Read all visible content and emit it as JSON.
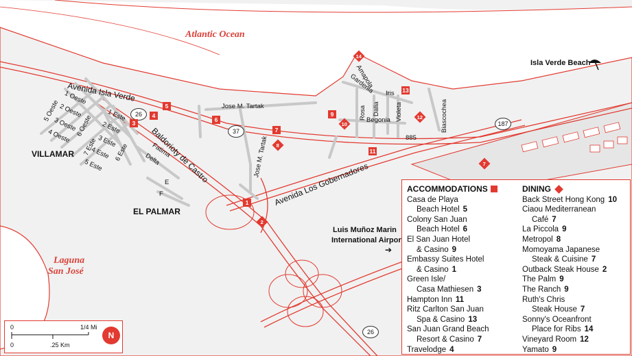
{
  "water": {
    "ocean": "Atlantic Ocean",
    "lagoon_line1": "Laguna",
    "lagoon_line2": "San José"
  },
  "places": {
    "beach": "Isla Verde Beach",
    "villamar": "VILLAMAR",
    "el_palmar": "EL PALMAR",
    "airport_line1": "Luis Muñoz Marin",
    "airport_line2": "International Airport",
    "airport_arrow": "➔"
  },
  "streets": {
    "isla_verde": "Avenida Isla Verde",
    "baldorioty": "Baldorioty de Castro",
    "gobernadores": "Avenida Los Gobernadores",
    "tartak_h": "Jose M. Tartak",
    "tartak_v": "Jose M. Tartak",
    "oeste1": "1 Oeste",
    "oeste2": "2 Oeste",
    "oeste3": "3 Oeste",
    "oeste4": "4 Oeste",
    "oeste5": "5 Oeste",
    "oeste6": "6 Oeste",
    "este1": "1 Este",
    "este2": "2 Este",
    "este3": "3 Este",
    "este4": "4 Este",
    "este5": "5 Este",
    "este6": "6 Este",
    "este7": "7 Este",
    "fatima": "Fatima",
    "delta": "Delta",
    "e": "E",
    "f": "F",
    "amapola": "Amapola",
    "gardenia": "Gardenia",
    "iris": "Iris",
    "rosa": "Rosa",
    "dalia": "Dalia",
    "begonia": "Begonia",
    "violeta": "Violeta",
    "biascochea": "Biascochea"
  },
  "routes": {
    "r26a": "26",
    "r26b": "26",
    "r37": "37",
    "r187": "187",
    "r885": "885"
  },
  "markers": {
    "a5": "5",
    "a4": "4",
    "a3": "3",
    "a6": "6",
    "a7": "7",
    "a9": "9",
    "a11": "11",
    "a13": "13",
    "a1": "1",
    "d14": "14",
    "d10": "10",
    "d12": "12",
    "d8": "8",
    "d7": "7",
    "d2": "2"
  },
  "legend": {
    "accommodations_title": "ACCOMMODATIONS",
    "dining_title": "DINING",
    "accommodations": [
      {
        "line1": "Casa de Playa",
        "line2": "Beach Hotel",
        "num": "5"
      },
      {
        "line1": "Colony San Juan",
        "line2": "Beach Hotel",
        "num": "6"
      },
      {
        "line1": "El San Juan Hotel",
        "line2": "& Casino",
        "num": "9"
      },
      {
        "line1": "Embassy Suites Hotel",
        "line2": "& Casino",
        "num": "1"
      },
      {
        "line1": "Green Isle/",
        "line2": "Casa Mathiesen",
        "num": "3"
      },
      {
        "line1": "Hampton Inn",
        "line2": "",
        "num": "11"
      },
      {
        "line1": "Ritz Carlton San Juan",
        "line2": "Spa & Casino",
        "num": "13"
      },
      {
        "line1": "San Juan Grand Beach",
        "line2": "Resort & Casino",
        "num": "7"
      },
      {
        "line1": "Travelodge",
        "line2": "",
        "num": "4"
      }
    ],
    "dining": [
      {
        "line1": "Back Street Hong Kong",
        "line2": "",
        "num": "10"
      },
      {
        "line1": "Ciaou Mediterranean",
        "line2": "Café",
        "num": "7"
      },
      {
        "line1": "La Piccola",
        "line2": "",
        "num": "9"
      },
      {
        "line1": "Metropol",
        "line2": "",
        "num": "8"
      },
      {
        "line1": "Momoyama Japanese",
        "line2": "Steak & Cuisine",
        "num": "7"
      },
      {
        "line1": "Outback Steak House",
        "line2": "",
        "num": "2"
      },
      {
        "line1": "The Palm",
        "line2": "",
        "num": "9"
      },
      {
        "line1": "The Ranch",
        "line2": "",
        "num": "9"
      },
      {
        "line1": "Ruth's Chris",
        "line2": "Steak House",
        "num": "7"
      },
      {
        "line1": "Sonny's Oceanfront",
        "line2": "Place for Ribs",
        "num": "14"
      },
      {
        "line1": "Vineyard Room",
        "line2": "",
        "num": "12"
      },
      {
        "line1": "Yamato",
        "line2": "",
        "num": "9"
      }
    ]
  },
  "scale": {
    "zero_top": "0",
    "mi": "1/4 Mi",
    "zero_bottom": "0",
    "km": ".25 Km",
    "north": "N"
  },
  "colors": {
    "accent": "#e23a30",
    "land": "#f1f1f1",
    "water": "#ffffff"
  },
  "icons": {
    "beach": "umbrella-icon",
    "north": "north-arrow-icon"
  }
}
